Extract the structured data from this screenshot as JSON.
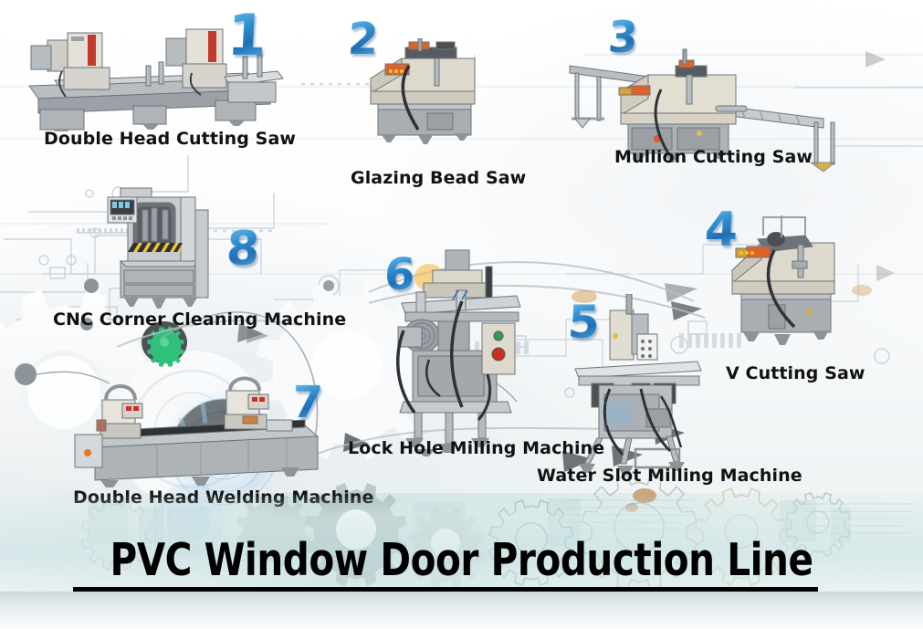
{
  "poster": {
    "title": "PVC Window Door Production Line",
    "background_colors": {
      "page": "#ffffff",
      "band_tint": "#c8e1e2",
      "accent_blue": "#2f8fd0",
      "numeral_blue_light": "#6fc3ea",
      "numeral_blue_dark": "#1f6fb5",
      "label_text": "#121212",
      "arrow_gray": "#6f7276",
      "gear_green": "#2fc07a"
    }
  },
  "machines": [
    {
      "id": "double-head-cutting-saw",
      "number": "1",
      "label": "Double Head Cutting Saw"
    },
    {
      "id": "glazing-bead-saw",
      "number": "2",
      "label": "Glazing Bead Saw"
    },
    {
      "id": "mullion-cutting-saw",
      "number": "3",
      "label": "Mullion Cutting Saw"
    },
    {
      "id": "v-cutting-saw",
      "number": "4",
      "label": "V Cutting Saw"
    },
    {
      "id": "water-slot-milling-machine",
      "number": "5",
      "label": "Water Slot Milling Machine"
    },
    {
      "id": "lock-hole-milling-machine",
      "number": "6",
      "label": "Lock Hole Milling Machine"
    },
    {
      "id": "double-head-welding-machine",
      "number": "7",
      "label": "Double Head Welding Machine"
    },
    {
      "id": "cnc-corner-cleaning-machine",
      "number": "8",
      "label": "CNC Corner Cleaning Machine"
    }
  ],
  "icons": {
    "gear": "gear-icon",
    "arrow": "flow-arrow-icon",
    "circuit": "circuit-trace-icon"
  }
}
